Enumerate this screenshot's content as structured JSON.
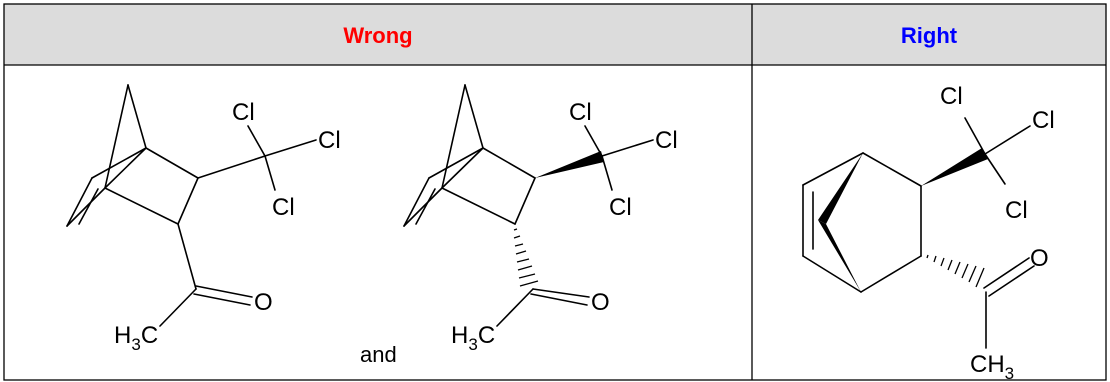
{
  "table": {
    "header_wrong": "Wrong",
    "header_right": "Right",
    "header_wrong_color": "#ff0000",
    "header_right_color": "#0000ff",
    "header_bg_color": "#dcdcdc",
    "connector_and": "and"
  },
  "molecule_1": {
    "cl_top": "Cl",
    "cl_right": "Cl",
    "cl_bottom": "Cl",
    "oxygen": "O",
    "methyl_h": "H",
    "methyl_sub": "3",
    "methyl_c": "C"
  },
  "molecule_2": {
    "cl_top": "Cl",
    "cl_right": "Cl",
    "cl_bottom": "Cl",
    "oxygen": "O",
    "methyl_h": "H",
    "methyl_sub": "3",
    "methyl_c": "C"
  },
  "molecule_3": {
    "cl_top": "Cl",
    "cl_right": "Cl",
    "cl_bottom": "Cl",
    "oxygen": "O",
    "methyl_c": "CH",
    "methyl_sub": "3"
  }
}
